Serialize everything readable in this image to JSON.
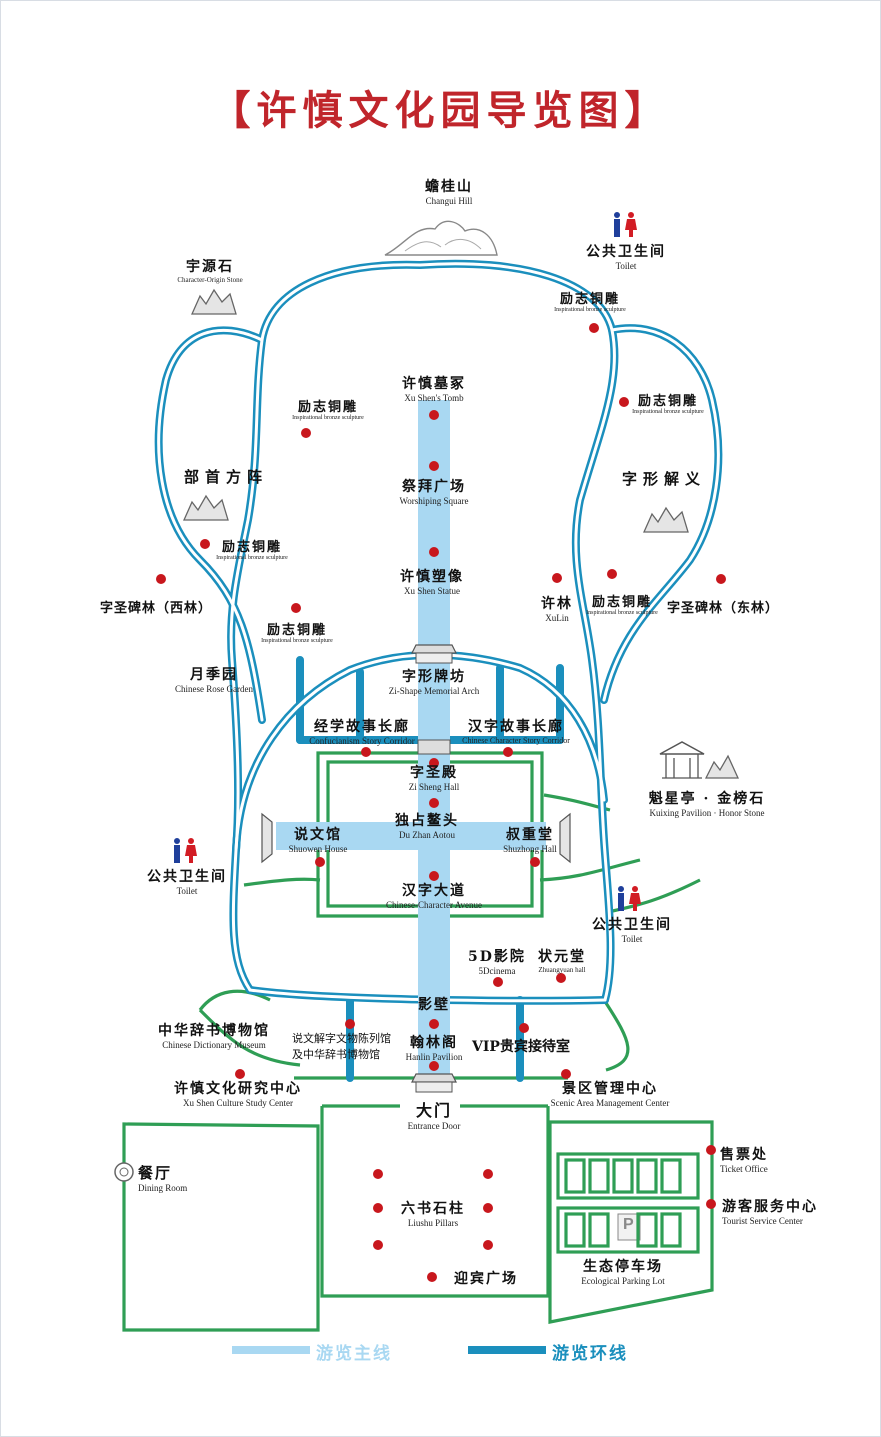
{
  "title": "【许慎文化园导览图】",
  "colors": {
    "title_red": "#c0252b",
    "main_route": "#a9d8f2",
    "loop_route": "#1b8fbd",
    "path_green": "#2f9e55",
    "poi_red": "#c8171d"
  },
  "icons": [
    "mountain-icon",
    "rock-icon",
    "toilet-icon",
    "pavilion-icon",
    "restaurant-icon",
    "parking-icon",
    "gate-icon"
  ],
  "labels": {
    "changgui": {
      "zh": "蟾桂山",
      "en": "Changui Hill"
    },
    "zitiyuan": {
      "zh": "宇源石",
      "en": "Character-Origin Stone"
    },
    "toilet_ne": {
      "zh": "公共卫生间",
      "en": "Toilet"
    },
    "bronze_ne": {
      "zh": "励志铜雕",
      "en": "Inspirational bronze sculpture"
    },
    "bronze_e1": {
      "zh": "励志铜雕",
      "en": "Inspirational bronze sculpture"
    },
    "bronze_w1": {
      "zh": "励志铜雕",
      "en": "Inspirational bronze sculpture"
    },
    "bronze_w2": {
      "zh": "励志铜雕",
      "en": "Inspirational bronze sculpture"
    },
    "bronze_w3": {
      "zh": "励志铜雕",
      "en": "Inspirational bronze sculpture"
    },
    "bronze_e2": {
      "zh": "励志铜雕",
      "en": "Inspirational bronze sculpture"
    },
    "tomb": {
      "zh": "许慎墓冢",
      "en": "Xu Shen's Tomb"
    },
    "worship": {
      "zh": "祭拜广场",
      "en": "Worshiping Square"
    },
    "bushou": {
      "zh": "部首方阵",
      "en": ""
    },
    "zixing": {
      "zh": "字形解义",
      "en": ""
    },
    "statue": {
      "zh": "许慎塑像",
      "en": "Xu Shen Statue"
    },
    "xilin": {
      "zh": "字圣碑林（西林）",
      "en": ""
    },
    "donglin": {
      "zh": "字圣碑林（东林）",
      "en": ""
    },
    "xulin": {
      "zh": "许林",
      "en": "XuLin"
    },
    "arch": {
      "zh": "字形牌坊",
      "en": "Zi-Shape Memorial Arch"
    },
    "rose": {
      "zh": "月季园",
      "en": "Chinese Rose Garden"
    },
    "jingxue": {
      "zh": "经学故事长廊",
      "en": "Confucianism Story Corridor"
    },
    "hanzi_gs": {
      "zh": "汉字故事长廊",
      "en": "Chinese Character Story Corridor"
    },
    "zisheng": {
      "zh": "字圣殿",
      "en": "Zi Sheng Hall"
    },
    "kuixing": {
      "zh": "魁星亭 · 金榜石",
      "en": "Kuixing Pavilion · Honor Stone"
    },
    "duzhan": {
      "zh": "独占鳌头",
      "en": "Du Zhan Aotou"
    },
    "shuowen": {
      "zh": "说文馆",
      "en": "Shuowen House"
    },
    "shuzhong": {
      "zh": "叔重堂",
      "en": "Shuzhong Hall"
    },
    "toilet_w": {
      "zh": "公共卫生间",
      "en": "Toilet"
    },
    "avenue": {
      "zh": "汉字大道",
      "en": "Chinese-Character Avenue"
    },
    "toilet_e": {
      "zh": "公共卫生间",
      "en": "Toilet"
    },
    "cinema": {
      "zh": "5D影院",
      "en": "5Dcinema"
    },
    "zhuangyuan": {
      "zh": "状元堂",
      "en": "Zhuangyuan hall"
    },
    "yingbi": {
      "zh": "影壁",
      "en": ""
    },
    "museum": {
      "zh": "中华辞书博物馆",
      "en": "Chinese Dictionary Museum"
    },
    "relics": {
      "zh": "说文解字文物陈列馆",
      "en": ""
    },
    "relics2": {
      "zh": "及中华辞书博物馆",
      "en": ""
    },
    "hanlin": {
      "zh": "翰林阁",
      "en": "Hanlin Pavilion"
    },
    "vip": {
      "zh": "VIP贵宾接待室",
      "en": ""
    },
    "research": {
      "zh": "许慎文化研究中心",
      "en": "Xu Shen Culture Study Center"
    },
    "gate": {
      "zh": "大门",
      "en": "Entrance Door"
    },
    "mgmt": {
      "zh": "景区管理中心",
      "en": "Scenic Area Management Center"
    },
    "ticket": {
      "zh": "售票处",
      "en": "Ticket Office"
    },
    "dining": {
      "zh": "餐厅",
      "en": "Dining Room"
    },
    "pillars": {
      "zh": "六书石柱",
      "en": "Liushu Pillars"
    },
    "visitor": {
      "zh": "游客服务中心",
      "en": "Tourist Service Center"
    },
    "parking": {
      "zh": "生态停车场",
      "en": "Ecological Parking Lot"
    },
    "parking_p": {
      "zh": "P",
      "en": ""
    },
    "yingbin": {
      "zh": "迎宾广场",
      "en": ""
    }
  },
  "legend": {
    "main_label": "游览主线",
    "loop_label": "游览环线"
  }
}
